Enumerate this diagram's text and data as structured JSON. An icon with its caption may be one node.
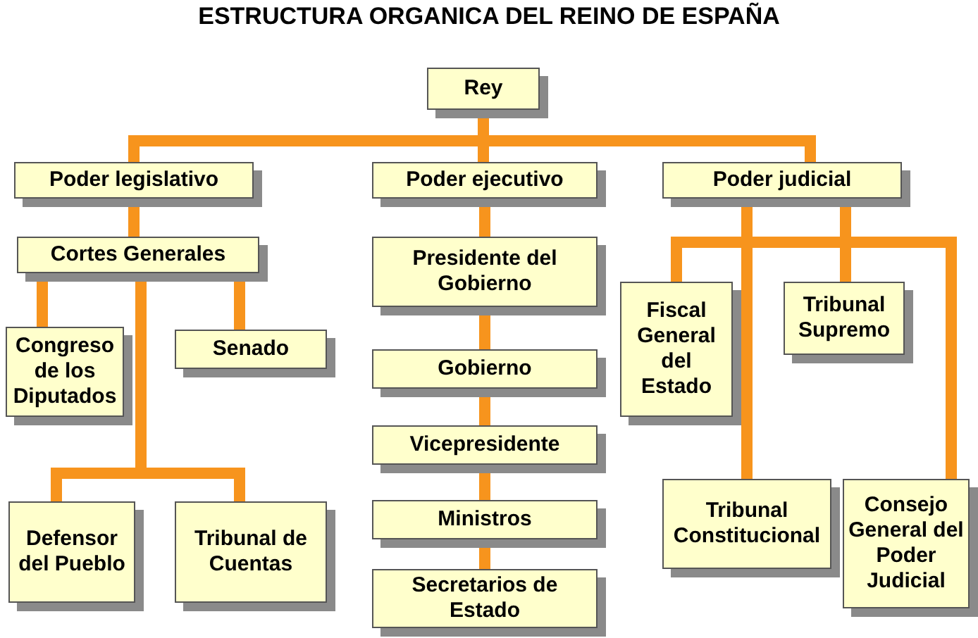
{
  "diagram": {
    "title": "ESTRUCTURA ORGANICA DEL REINO DE ESPAÑA",
    "nodes": [
      {
        "text": [
          "Rey"
        ]
      },
      {
        "text": [
          "Poder legislativo"
        ]
      },
      {
        "text": [
          "Poder ejecutivo"
        ]
      },
      {
        "text": [
          "Poder judicial"
        ]
      },
      {
        "text": [
          "Cortes Generales"
        ]
      },
      {
        "text": [
          "Congreso de los Diputados"
        ]
      },
      {
        "text": [
          "Senado"
        ]
      },
      {
        "text": [
          "Defensor del Pueblo"
        ]
      },
      {
        "text": [
          "Tribunal de Cuentas"
        ]
      },
      {
        "text": [
          "Presidente del Gobierno"
        ]
      },
      {
        "text": [
          "Gobierno"
        ]
      },
      {
        "text": [
          "Vicepresidente"
        ]
      },
      {
        "text": [
          "Ministros"
        ]
      },
      {
        "text": [
          "Secretarios de Estado"
        ]
      },
      {
        "text": [
          "Fiscal General del Estado"
        ]
      },
      {
        "text": [
          "Tribunal Supremo"
        ]
      },
      {
        "text": [
          "Tribunal Constitucional"
        ]
      },
      {
        "text": [
          "Consejo General del Poder Judicial"
        ]
      }
    ],
    "edges": [
      {
        "from": 0,
        "to": 1,
        "arrow": "none"
      },
      {
        "from": 0,
        "to": 2,
        "arrow": "none"
      },
      {
        "from": 0,
        "to": 3,
        "arrow": "none"
      },
      {
        "from": 1,
        "to": 4,
        "arrow": "none"
      },
      {
        "from": 4,
        "to": 5,
        "arrow": "none"
      },
      {
        "from": 4,
        "to": 6,
        "arrow": "none"
      },
      {
        "from": 4,
        "to": 7,
        "arrow": "none"
      },
      {
        "from": 4,
        "to": 8,
        "arrow": "none"
      },
      {
        "from": 2,
        "to": 9,
        "arrow": "none"
      },
      {
        "from": 9,
        "to": 10,
        "arrow": "none"
      },
      {
        "from": 10,
        "to": 11,
        "arrow": "none"
      },
      {
        "from": 11,
        "to": 12,
        "arrow": "none"
      },
      {
        "from": 12,
        "to": 13,
        "arrow": "none"
      },
      {
        "from": 3,
        "to": 14,
        "arrow": "none"
      },
      {
        "from": 3,
        "to": 15,
        "arrow": "none"
      },
      {
        "from": 3,
        "to": 16,
        "arrow": "none"
      },
      {
        "from": 3,
        "to": 17,
        "arrow": "none"
      }
    ]
  }
}
